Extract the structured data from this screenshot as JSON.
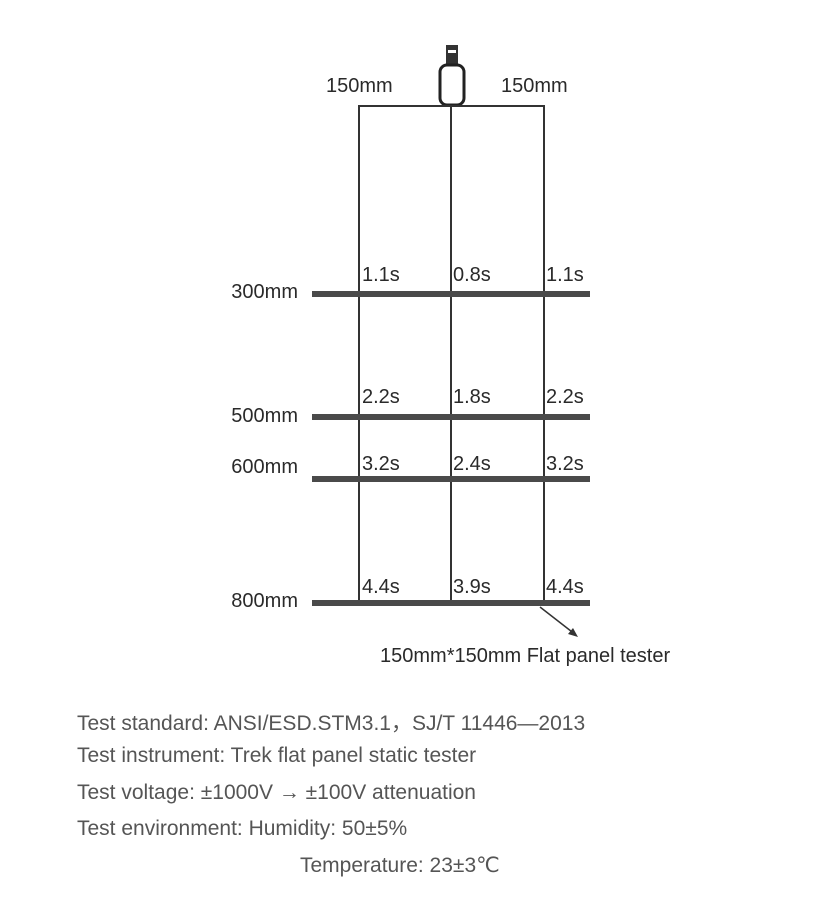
{
  "top_labels": {
    "left": "150mm",
    "right": "150mm"
  },
  "rows": [
    {
      "distance": "300mm",
      "times": [
        "1.1s",
        "0.8s",
        "1.1s"
      ]
    },
    {
      "distance": "500mm",
      "times": [
        "2.2s",
        "1.8s",
        "2.2s"
      ]
    },
    {
      "distance": "600mm",
      "times": [
        "3.2s",
        "2.4s",
        "3.2s"
      ]
    },
    {
      "distance": "800mm",
      "times": [
        "4.4s",
        "3.9s",
        "4.4s"
      ]
    }
  ],
  "caption": "150mm*150mm Flat panel tester",
  "notes": [
    "Test standard: ANSI/ESD.STM3.1，SJ/T 11446—2013",
    "Test instrument: Trek flat panel static tester",
    "Test voltage: ±1000V → ±100V attenuation",
    "Test environment: Humidity: 50±5%",
    "Temperature: 23±3℃"
  ]
}
